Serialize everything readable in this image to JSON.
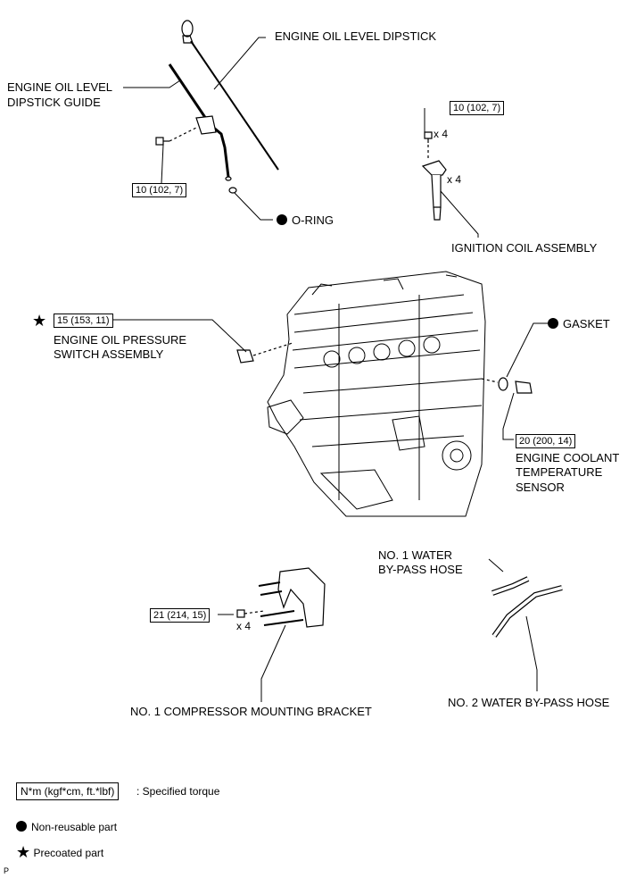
{
  "labels": {
    "dipstick": "ENGINE OIL LEVEL DIPSTICK",
    "dipstick_guide_1": "ENGINE OIL LEVEL",
    "dipstick_guide_2": "DIPSTICK GUIDE",
    "o_ring": "O-RING",
    "ignition_coil": "IGNITION COIL ASSEMBLY",
    "oil_pressure_1": "ENGINE OIL PRESSURE",
    "oil_pressure_2": "SWITCH ASSEMBLY",
    "gasket": "GASKET",
    "coolant_1": "ENGINE COOLANT",
    "coolant_2": "TEMPERATURE",
    "coolant_3": "SENSOR",
    "water_hose1_1": "NO. 1 WATER",
    "water_hose1_2": "BY-PASS HOSE",
    "water_hose2": "NO. 2 WATER BY-PASS HOSE",
    "compressor_bracket": "NO. 1 COMPRESSOR MOUNTING BRACKET"
  },
  "torque": {
    "ignition_bolt": "10 (102, 7)",
    "guide_bolt": "10 (102, 7)",
    "oil_pressure_switch": "15 (153, 11)",
    "coolant_sensor": "20 (200, 14)",
    "bracket_bolt": "21 (214, 15)"
  },
  "quantities": {
    "ignition_bolt": "x 4",
    "ignition_coil": "x 4",
    "bracket_bolt": "x 4"
  },
  "legend": {
    "torque_box": "N*m (kgf*cm, ft.*lbf)",
    "torque_text": ": Specified torque",
    "non_reusable": "Non-reusable part",
    "precoated": "Precoated part"
  },
  "corner_mark": "P",
  "icons": {
    "non_reusable": "filled-circle-icon",
    "precoated": "star-icon"
  }
}
